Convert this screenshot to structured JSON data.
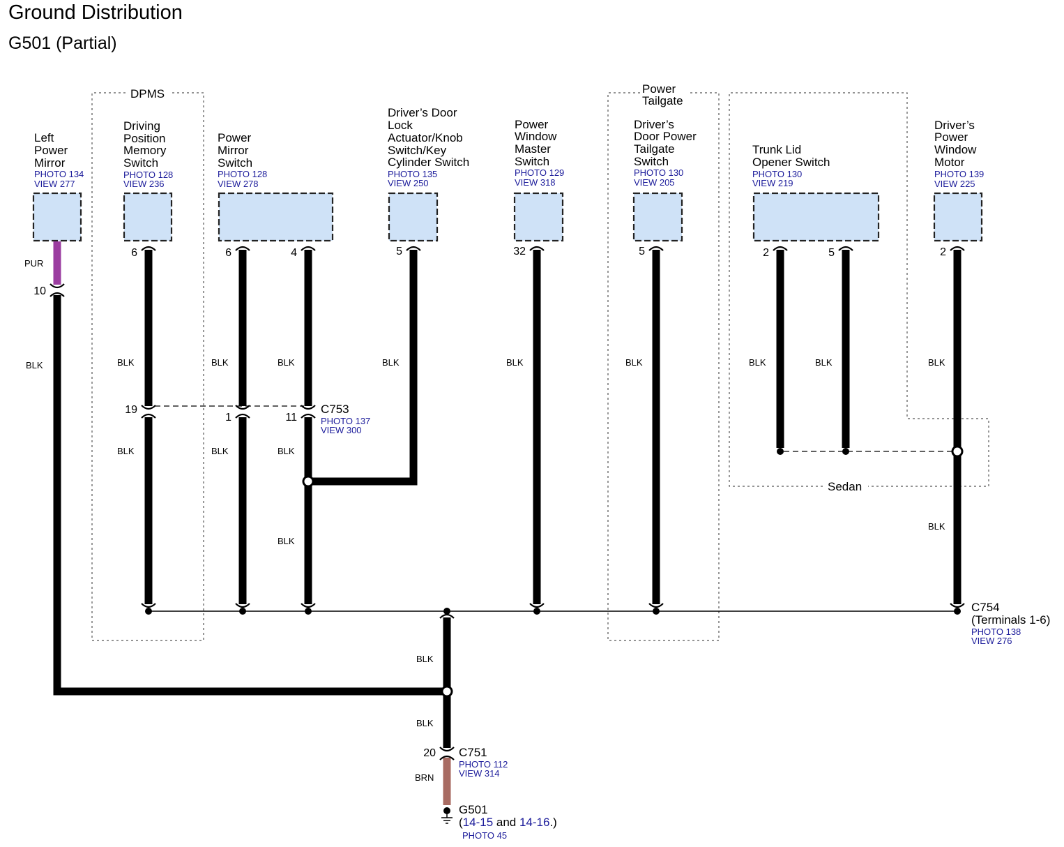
{
  "title": "Ground Distribution",
  "subtitle": "G501 (Partial)",
  "colors": {
    "ref": "#1a1a9a",
    "box_fill": "#cfe2f7",
    "wire_blk": "#000000",
    "wire_pur": "#9b3da0",
    "wire_brn": "#a86b62"
  },
  "groups": {
    "dpms": "DPMS",
    "power_tailgate": [
      "Power",
      "Tailgate"
    ],
    "sedan": "Sedan"
  },
  "components": {
    "left_mirror": {
      "name": [
        "Left",
        "Power",
        "Mirror"
      ],
      "photo": "PHOTO 134",
      "view": "VIEW 277"
    },
    "dpms_switch": {
      "name": [
        "Driving",
        "Position",
        "Memory",
        "Switch"
      ],
      "photo": "PHOTO 128",
      "view": "VIEW 236"
    },
    "mirror_switch": {
      "name": [
        "Power",
        "Mirror",
        "Switch"
      ],
      "photo": "PHOTO 128",
      "view": "VIEW 278"
    },
    "door_lock": {
      "name": [
        "Driver’s Door",
        "Lock",
        "Actuator/Knob",
        "Switch/Key",
        "Cylinder Switch"
      ],
      "photo": "PHOTO 135",
      "view": "VIEW 250"
    },
    "window_master": {
      "name": [
        "Power",
        "Window",
        "Master",
        "Switch"
      ],
      "photo": "PHOTO 129",
      "view": "VIEW 318"
    },
    "tailgate_switch": {
      "name": [
        "Driver’s",
        "Door Power",
        "Tailgate",
        "Switch"
      ],
      "photo": "PHOTO 130",
      "view": "VIEW 205"
    },
    "trunk_switch": {
      "name": [
        "Trunk Lid",
        "Opener Switch"
      ],
      "photo": "PHOTO 130",
      "view": "VIEW 219"
    },
    "window_motor": {
      "name": [
        "Driver’s",
        "Power",
        "Window",
        "Motor"
      ],
      "photo": "PHOTO 139",
      "view": "VIEW 225"
    }
  },
  "pins": {
    "left_mirror": "10",
    "dpms_top": "6",
    "dpms_c753": "19",
    "mirror_a": "6",
    "mirror_b": "4",
    "mirror_a_c753": "1",
    "mirror_b_c753": "11",
    "door_lock": "5",
    "window_master": "32",
    "tailgate": "5",
    "trunk_a": "2",
    "trunk_b": "5",
    "window_motor": "2",
    "c751": "20"
  },
  "wire_colors": {
    "pur": "PUR",
    "blk": "BLK",
    "brn": "BRN"
  },
  "connectors": {
    "c753": {
      "name": "C753",
      "photo": "PHOTO 137",
      "view": "VIEW 300"
    },
    "c754": {
      "name": "C754",
      "terminals": "(Terminals 1-6)",
      "photo": "PHOTO 138",
      "view": "VIEW 276"
    },
    "c751": {
      "name": "C751",
      "photo": "PHOTO 112",
      "view": "VIEW 314"
    }
  },
  "ground": {
    "name": "G501",
    "paren_open": "(",
    "link1": "14-15",
    "and": " and ",
    "link2": "14-16",
    "paren_close": ".)",
    "photo": "PHOTO 45"
  }
}
